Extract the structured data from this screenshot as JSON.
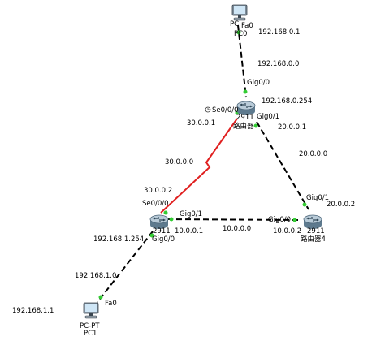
{
  "colors": {
    "link": "#000000",
    "serial_link": "#e02020",
    "port_light": "#33cc33",
    "router_body": "#9fb4c4",
    "router_dark": "#5e7a8e"
  },
  "devices": {
    "pc_top": {
      "type_label": "PC",
      "name_label": "PC0",
      "icon": "pc-icon"
    },
    "pc_bottom": {
      "type_label": "PC-PT",
      "name_label": "PC1",
      "icon": "pc-icon"
    },
    "router_top": {
      "model": "2911",
      "name": "路由器",
      "icon": "router-icon"
    },
    "router_left": {
      "model": "2911",
      "name": "",
      "icon": "router-icon"
    },
    "router_right": {
      "model": "2911",
      "name": "路由器4",
      "icon": "router-icon"
    }
  },
  "labels": {
    "fa0_top": "Fa0",
    "pc0_ip": "192.168.0.1",
    "net_top": "192.168.0.0",
    "gig00_top": "Gig0/0",
    "ip_top_gw": "192.168.0.254",
    "se000_top": "Se0/0/0",
    "gig01_top": "Gig0/1",
    "ip_30_1": "30.0.0.1",
    "ip_20_1": "20.0.0.1",
    "net_30": "30.0.0.0",
    "net_20": "20.0.0.0",
    "ip_30_2": "30.0.0.2",
    "se000_left": "Se0/0/0",
    "gig01_right": "Gig0/1",
    "ip_20_2": "20.0.0.2",
    "gig01_left": "Gig0/1",
    "gig00_right": "Gig0/0",
    "gig00_left": "Gig0/0",
    "ip_10_1": "10.0.0.1",
    "net_10": "10.0.0.0",
    "ip_10_2": "10.0.0.2",
    "ip_left_gw": "192.168.1.254",
    "net_bottom": "192.168.1.0",
    "pc1_ip": "192.168.1.1",
    "fa0_bottom": "Fa0"
  }
}
